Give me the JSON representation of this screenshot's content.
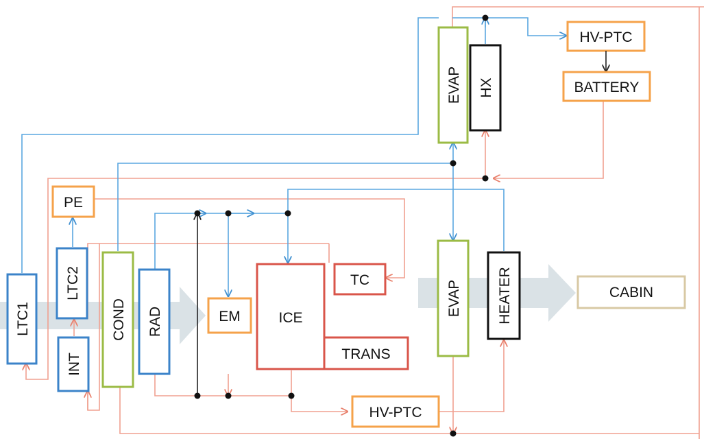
{
  "colors": {
    "orange_box": "#f5a24a",
    "blue_box": "#3b83c9",
    "green_box": "#9bbb45",
    "red_box": "#d9554a",
    "black_box": "#111111",
    "tan_box": "#d8c9a4",
    "red_wire": "#f0a090",
    "blue_wire": "#5aa7e0",
    "flow_arrow": "#d3dde2"
  },
  "components": {
    "hv_ptc_top": "HV-PTC",
    "battery": "BATTERY",
    "evap_top": "EVAP",
    "hx": "HX",
    "pe": "PE",
    "ltc1": "LTC1",
    "ltc2": "LTC2",
    "int": "INT",
    "cond": "COND",
    "rad": "RAD",
    "em": "EM",
    "ice": "ICE",
    "tc": "TC",
    "trans": "TRANS",
    "evap_bottom": "EVAP",
    "heater": "HEATER",
    "cabin": "CABIN",
    "hv_ptc_bottom": "HV-PTC"
  }
}
